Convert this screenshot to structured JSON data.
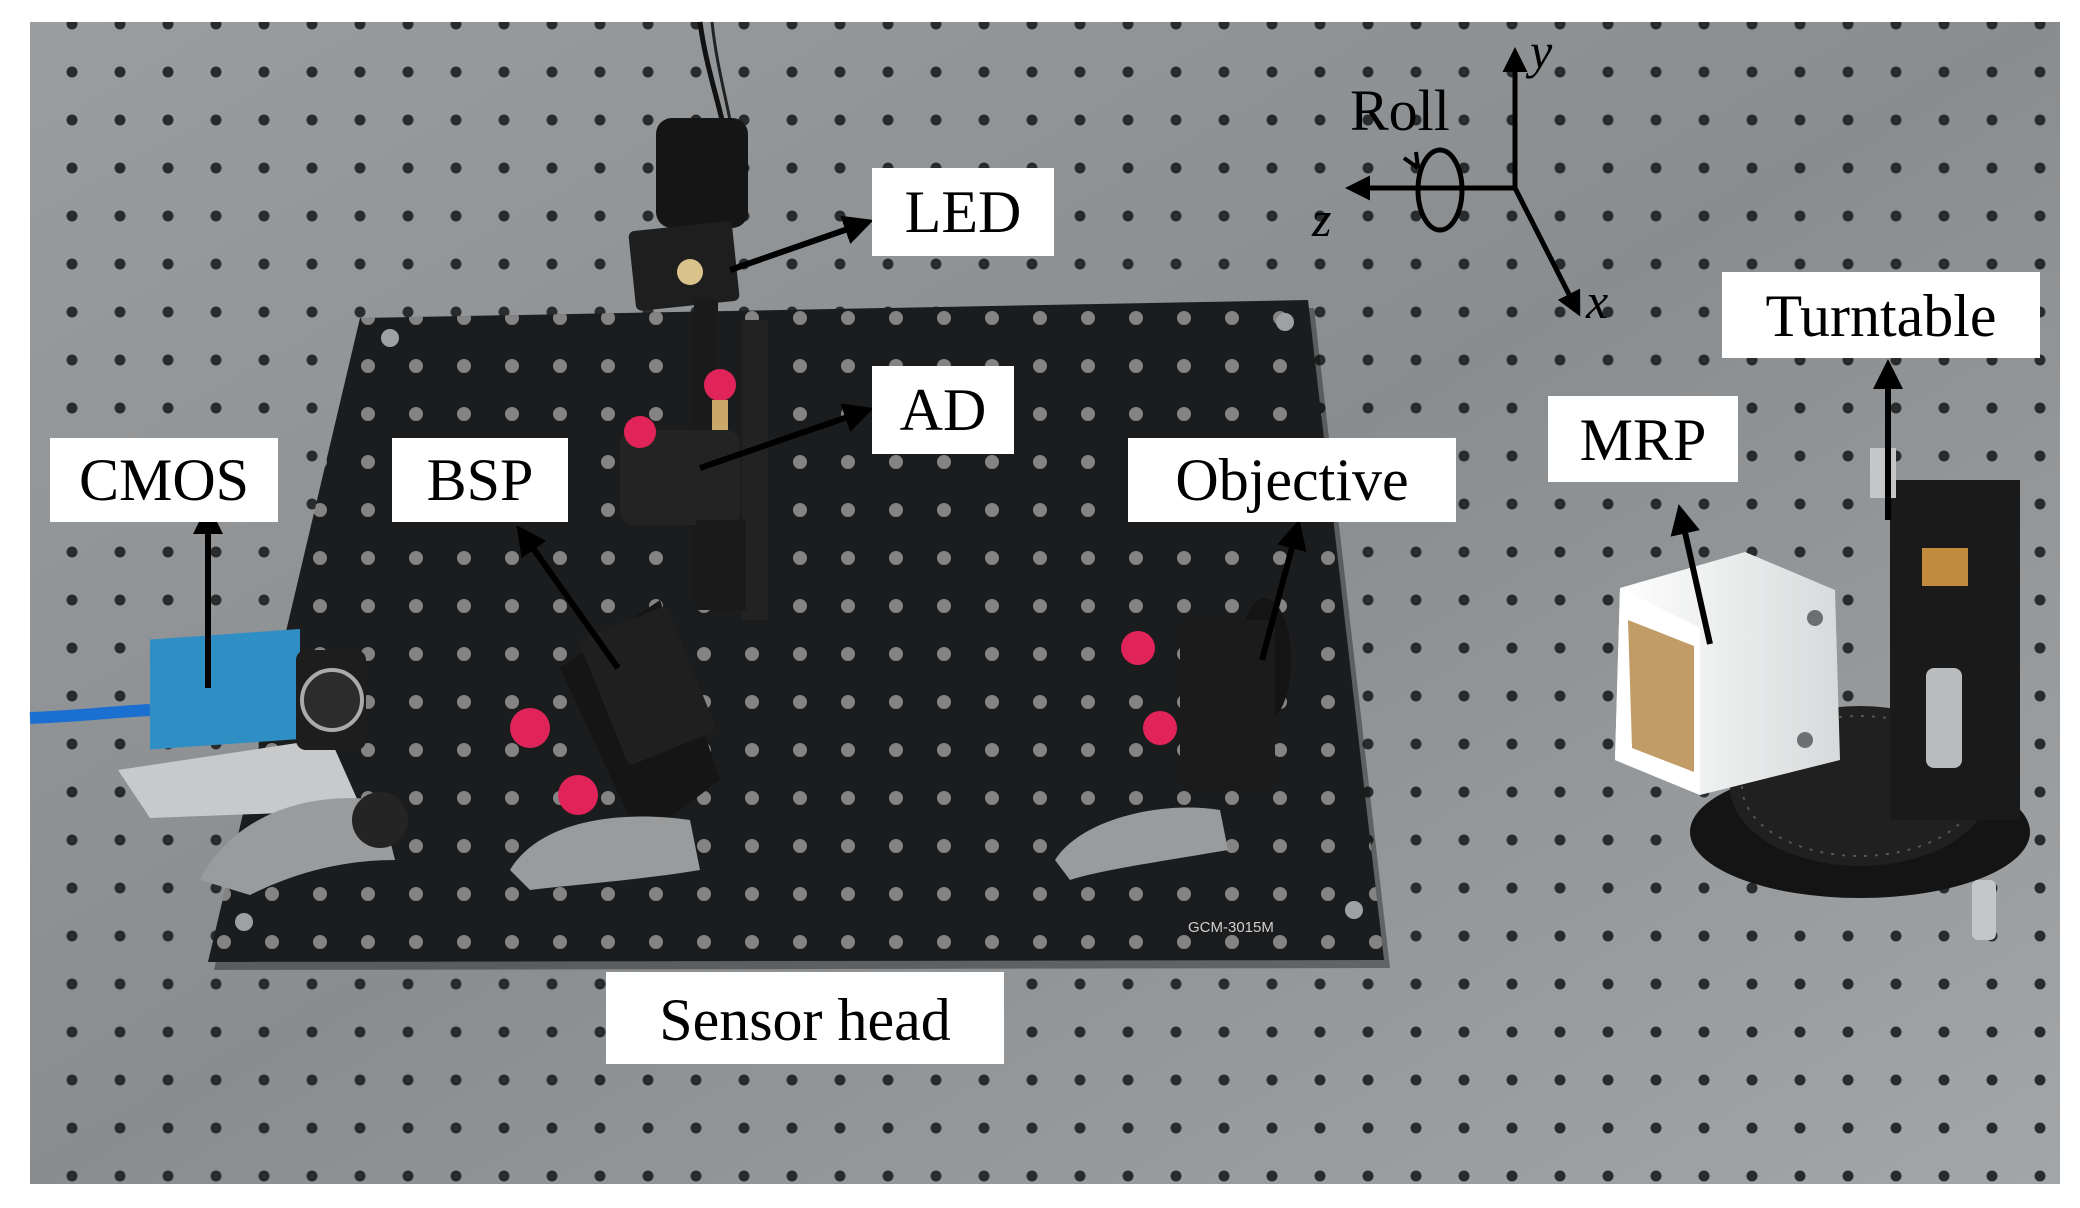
{
  "labels": {
    "led": "LED",
    "ad": "AD",
    "cmos": "CMOS",
    "bsp": "BSP",
    "objective": "Objective",
    "mrp": "MRP",
    "turntable": "Turntable",
    "sensor_head": "Sensor head"
  },
  "axes": {
    "roll": "Roll",
    "x": "x",
    "y": "y",
    "z": "z"
  },
  "breadboard_text": "GCM-3015M",
  "colors": {
    "table": "#8c8f91",
    "breadboard": "#1b1c1e",
    "camera": "#2f8fc4",
    "knob": "#e0245a",
    "mrp_body": "#eef0f1",
    "label_bg": "#ffffff",
    "arrow": "#000000"
  }
}
